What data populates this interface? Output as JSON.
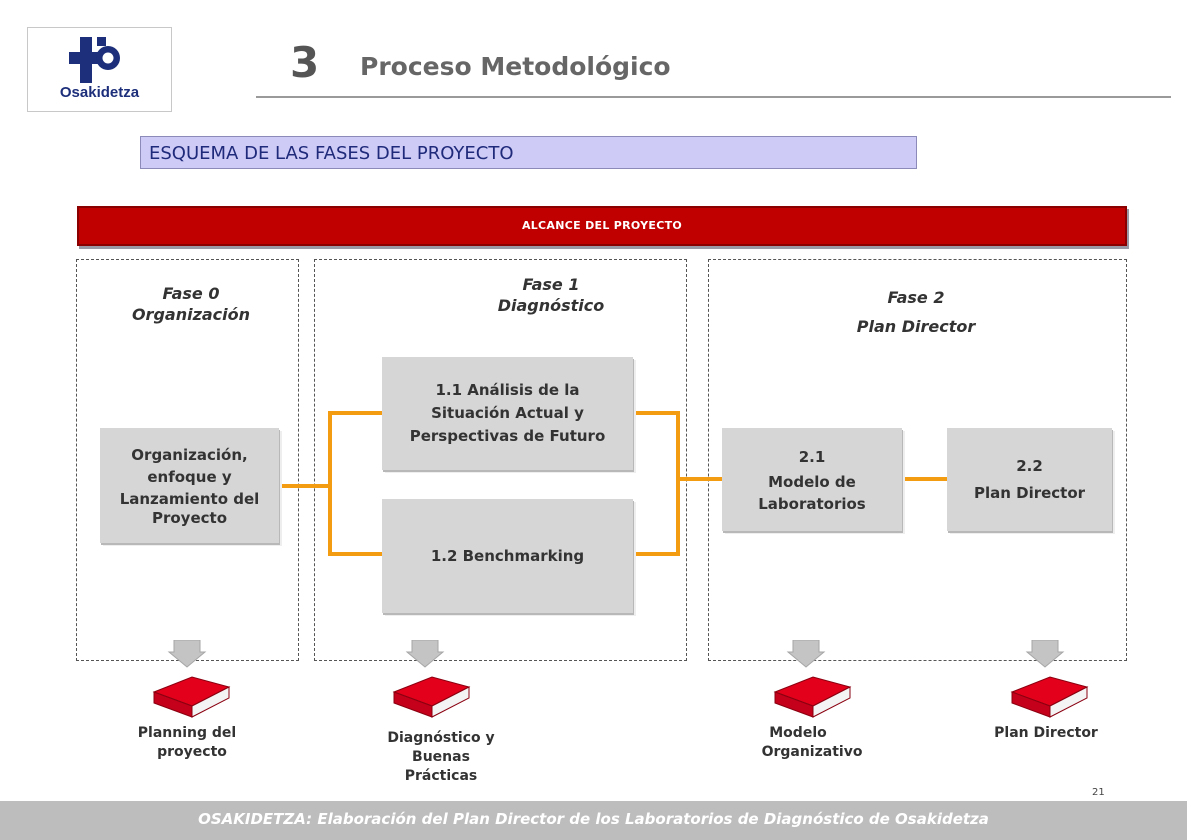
{
  "logo": {
    "name": "Osakidetza"
  },
  "header": {
    "section_number": "3",
    "title": "Proceso Metodológico"
  },
  "scheme_title": "ESQUEMA DE LAS FASES DEL PROYECTO",
  "scope_banner": "ALCANCE DEL PROYECTO",
  "phases": [
    {
      "line1": "Fase 0",
      "line2": "Organización"
    },
    {
      "line1": "Fase 1",
      "line2": "Diagnóstico"
    },
    {
      "line1": "Fase 2",
      "line2": "Plan Director"
    }
  ],
  "steps": {
    "org": [
      "Organización,",
      "enfoque y",
      "Lanzamiento del",
      "Proyecto"
    ],
    "s11": [
      "1.1 Análisis de la",
      "Situación Actual y",
      "Perspectivas de Futuro"
    ],
    "s12": [
      "1.2 Benchmarking"
    ],
    "s21": [
      "2.1",
      "Modelo de",
      "Laboratorios"
    ],
    "s22": [
      "2.2",
      "Plan Director"
    ]
  },
  "deliverables": [
    [
      "Planning del",
      "proyecto"
    ],
    [
      "Diagnóstico y",
      "Buenas",
      "Prácticas"
    ],
    [
      "Modelo",
      "Organizativo"
    ],
    [
      "Plan Director"
    ]
  ],
  "colors": {
    "banner": "#c00000",
    "connector": "#f39c12",
    "book": "#e2001a",
    "scheme_bg": "#cfcbf7"
  },
  "footer": "OSAKIDETZA: Elaboración del Plan Director de los Laboratorios  de Diagnóstico de Osakidetza",
  "page_number": "21"
}
